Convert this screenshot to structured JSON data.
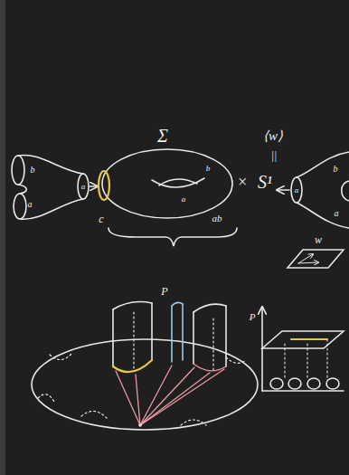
{
  "diagram": {
    "labels": [
      "Σ",
      "⟨w⟩",
      "||",
      "×",
      "S¹",
      "b",
      "a",
      "a",
      "a",
      "b",
      "c",
      "ab",
      "a",
      "b",
      "a",
      "w",
      "P",
      "P"
    ]
  }
}
